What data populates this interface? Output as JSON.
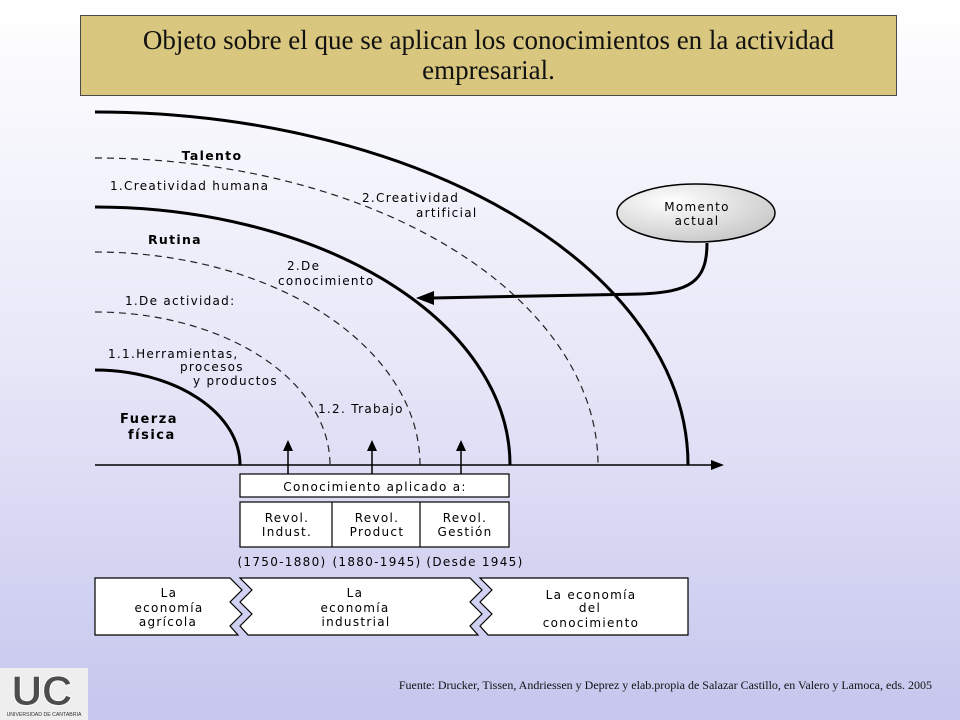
{
  "slide": {
    "title": "Objeto sobre el que se aplican los conocimientos en la actividad empresarial.",
    "source": "Fuente: Drucker, Tissen, Andriessen y Deprez y elab.propia de Salazar Castillo, en Valero y Lamoca, eds. 2005"
  },
  "logo": {
    "letters": "UC",
    "name": "UNIVERSIDAD DE CANTABRIA"
  },
  "diagram": {
    "talento": {
      "title": "Talento",
      "creatividad_humana": "1.Creatividad humana",
      "creatividad_artificial": [
        "2.Creatividad",
        "artificial"
      ]
    },
    "rutina": {
      "title": "Rutina",
      "de_conocimiento": [
        "2.De",
        "conocimiento"
      ],
      "de_actividad": "1.De actividad:",
      "herramientas": [
        "1.1.Herramientas,",
        "procesos",
        "y productos"
      ],
      "trabajo": "1.2. Trabajo"
    },
    "fuerza_fisica": [
      "Fuerza",
      "física"
    ],
    "callout": [
      "Momento",
      "actual"
    ],
    "applied_header": "Conocimiento aplicado a:",
    "revolutions": [
      {
        "lines": [
          "Revol.",
          "Indust."
        ],
        "period": "(1750-1880)"
      },
      {
        "lines": [
          "Revol.",
          "Product"
        ],
        "period": "(1880-1945)"
      },
      {
        "lines": [
          "Revol.",
          "Gestión"
        ],
        "period": "(Desde 1945)"
      }
    ],
    "economies": [
      {
        "lines": [
          "La",
          "economía",
          "agrícola"
        ]
      },
      {
        "lines": [
          "La",
          "economía",
          "industrial"
        ]
      },
      {
        "lines": [
          "La economía",
          "del",
          "conocimiento"
        ]
      }
    ]
  },
  "colors": {
    "title_box": "#d9c77f",
    "background_top": "#ffffff",
    "background_bottom": "#c6c6ee"
  }
}
